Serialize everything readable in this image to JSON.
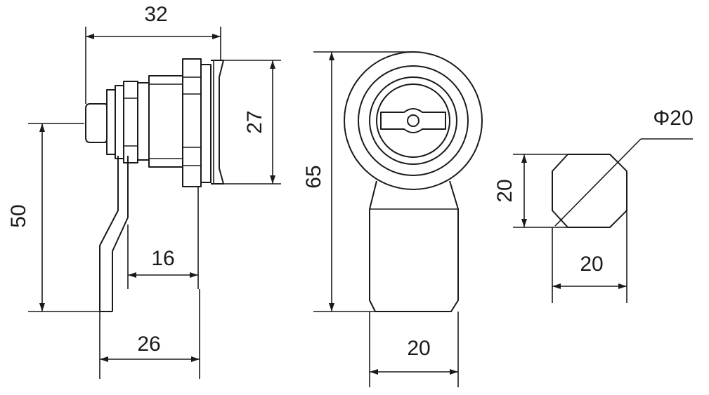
{
  "dimensions": {
    "side_width_top": "32",
    "side_height_left": "50",
    "side_flange_height": "27",
    "side_cam_offset": "16",
    "side_bottom_width": "26",
    "front_height": "65",
    "front_bottom_width": "20",
    "section_diameter": "Φ20",
    "section_height": "20",
    "section_width": "20"
  }
}
